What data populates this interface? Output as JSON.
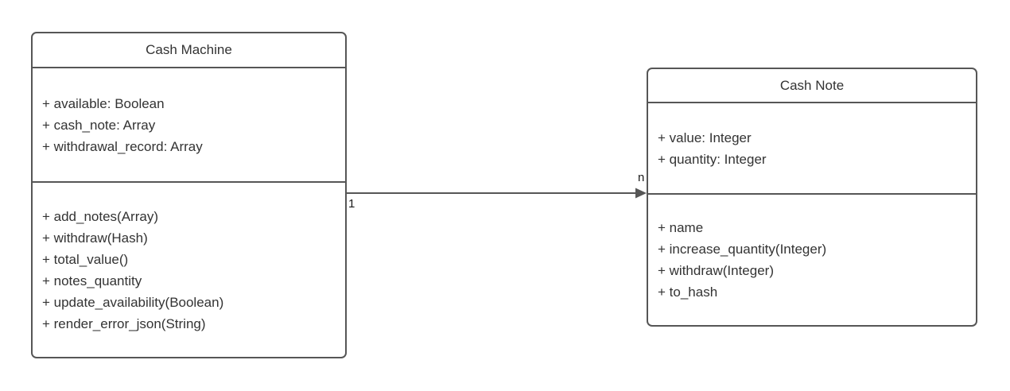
{
  "diagram": {
    "kind": "uml-class-diagram",
    "colors": {
      "border": "#565656",
      "text": "#333333",
      "background": "#ffffff"
    },
    "classes": [
      {
        "name": "Cash Machine",
        "attributes": [
          "+ available: Boolean",
          "+ cash_note: Array",
          "+ withdrawal_record: Array"
        ],
        "methods": [
          "+ add_notes(Array)",
          "+ withdraw(Hash)",
          "+ total_value()",
          "+ notes_quantity",
          "+ update_availability(Boolean)",
          "+ render_error_json(String)"
        ]
      },
      {
        "name": "Cash Note",
        "attributes": [
          "+ value: Integer",
          "+ quantity: Integer"
        ],
        "methods": [
          "+ name",
          "+ increase_quantity(Integer)",
          "+ withdraw(Integer)",
          "+ to_hash"
        ]
      }
    ],
    "association": {
      "from": "Cash Machine",
      "to": "Cash Note",
      "source_multiplicity": "1",
      "target_multiplicity": "n"
    }
  }
}
